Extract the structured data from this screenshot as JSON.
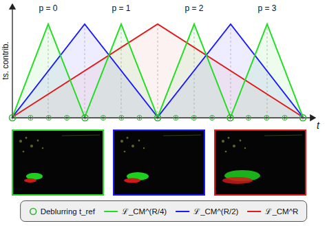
{
  "diagram": {
    "labels": [
      "p = 0",
      "p = 1",
      "p = 2",
      "p = 3",
      "ts. contrib.",
      "t"
    ],
    "legend": [
      {
        "text": "Deblurring t_ref"
      },
      {
        "text": "ℒ_CM^(R/4)",
        "color": "#22dd22"
      },
      {
        "text": "ℒ_CM^(R/2)",
        "color": "#1a1aff"
      },
      {
        "text": "ℒ_CM^R",
        "color": "#e01a1a"
      }
    ]
  }
}
